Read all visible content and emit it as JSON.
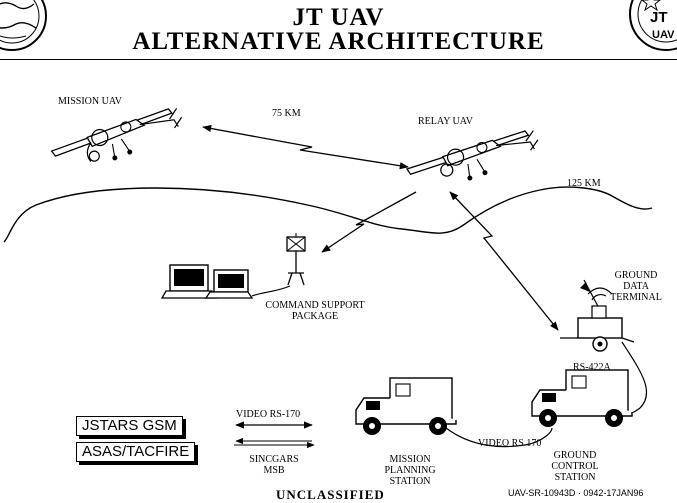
{
  "title": {
    "line1": "JT UAV",
    "line2": "ALTERNATIVE ARCHITECTURE"
  },
  "labels": {
    "mission_uav": "MISSION UAV",
    "relay_uav": "RELAY UAV",
    "distance_1": "75 KM",
    "distance_2": "125 KM",
    "csp_line1": "COMMAND SUPPORT",
    "csp_line2": "PACKAGE",
    "gdt_line1": "GROUND",
    "gdt_line2": "DATA",
    "gdt_line3": "TERMINAL",
    "rs422": "RS-422A",
    "video_top": "VIDEO RS-170",
    "video_mid": "VIDEO RS 170",
    "sincgars_line1": "SINCGARS",
    "sincgars_line2": "MSB",
    "mps_line1": "MISSION",
    "mps_line2": "PLANNING",
    "mps_line3": "STATION",
    "gcs_line1": "GROUND",
    "gcs_line2": "CONTROL",
    "gcs_line3": "STATION"
  },
  "boxes": {
    "jstars": "JSTARS GSM",
    "asas": "ASAS/TACFIRE"
  },
  "footer": {
    "classification": "UNCLASSIFIED",
    "doc_id": "UAV-SR-10943D · 0942-17JAN96"
  },
  "icons": [
    "seal-left-icon",
    "seal-right-icon",
    "uav-icon",
    "antenna-icon",
    "computer-icon",
    "truck-icon",
    "trailer-icon"
  ]
}
